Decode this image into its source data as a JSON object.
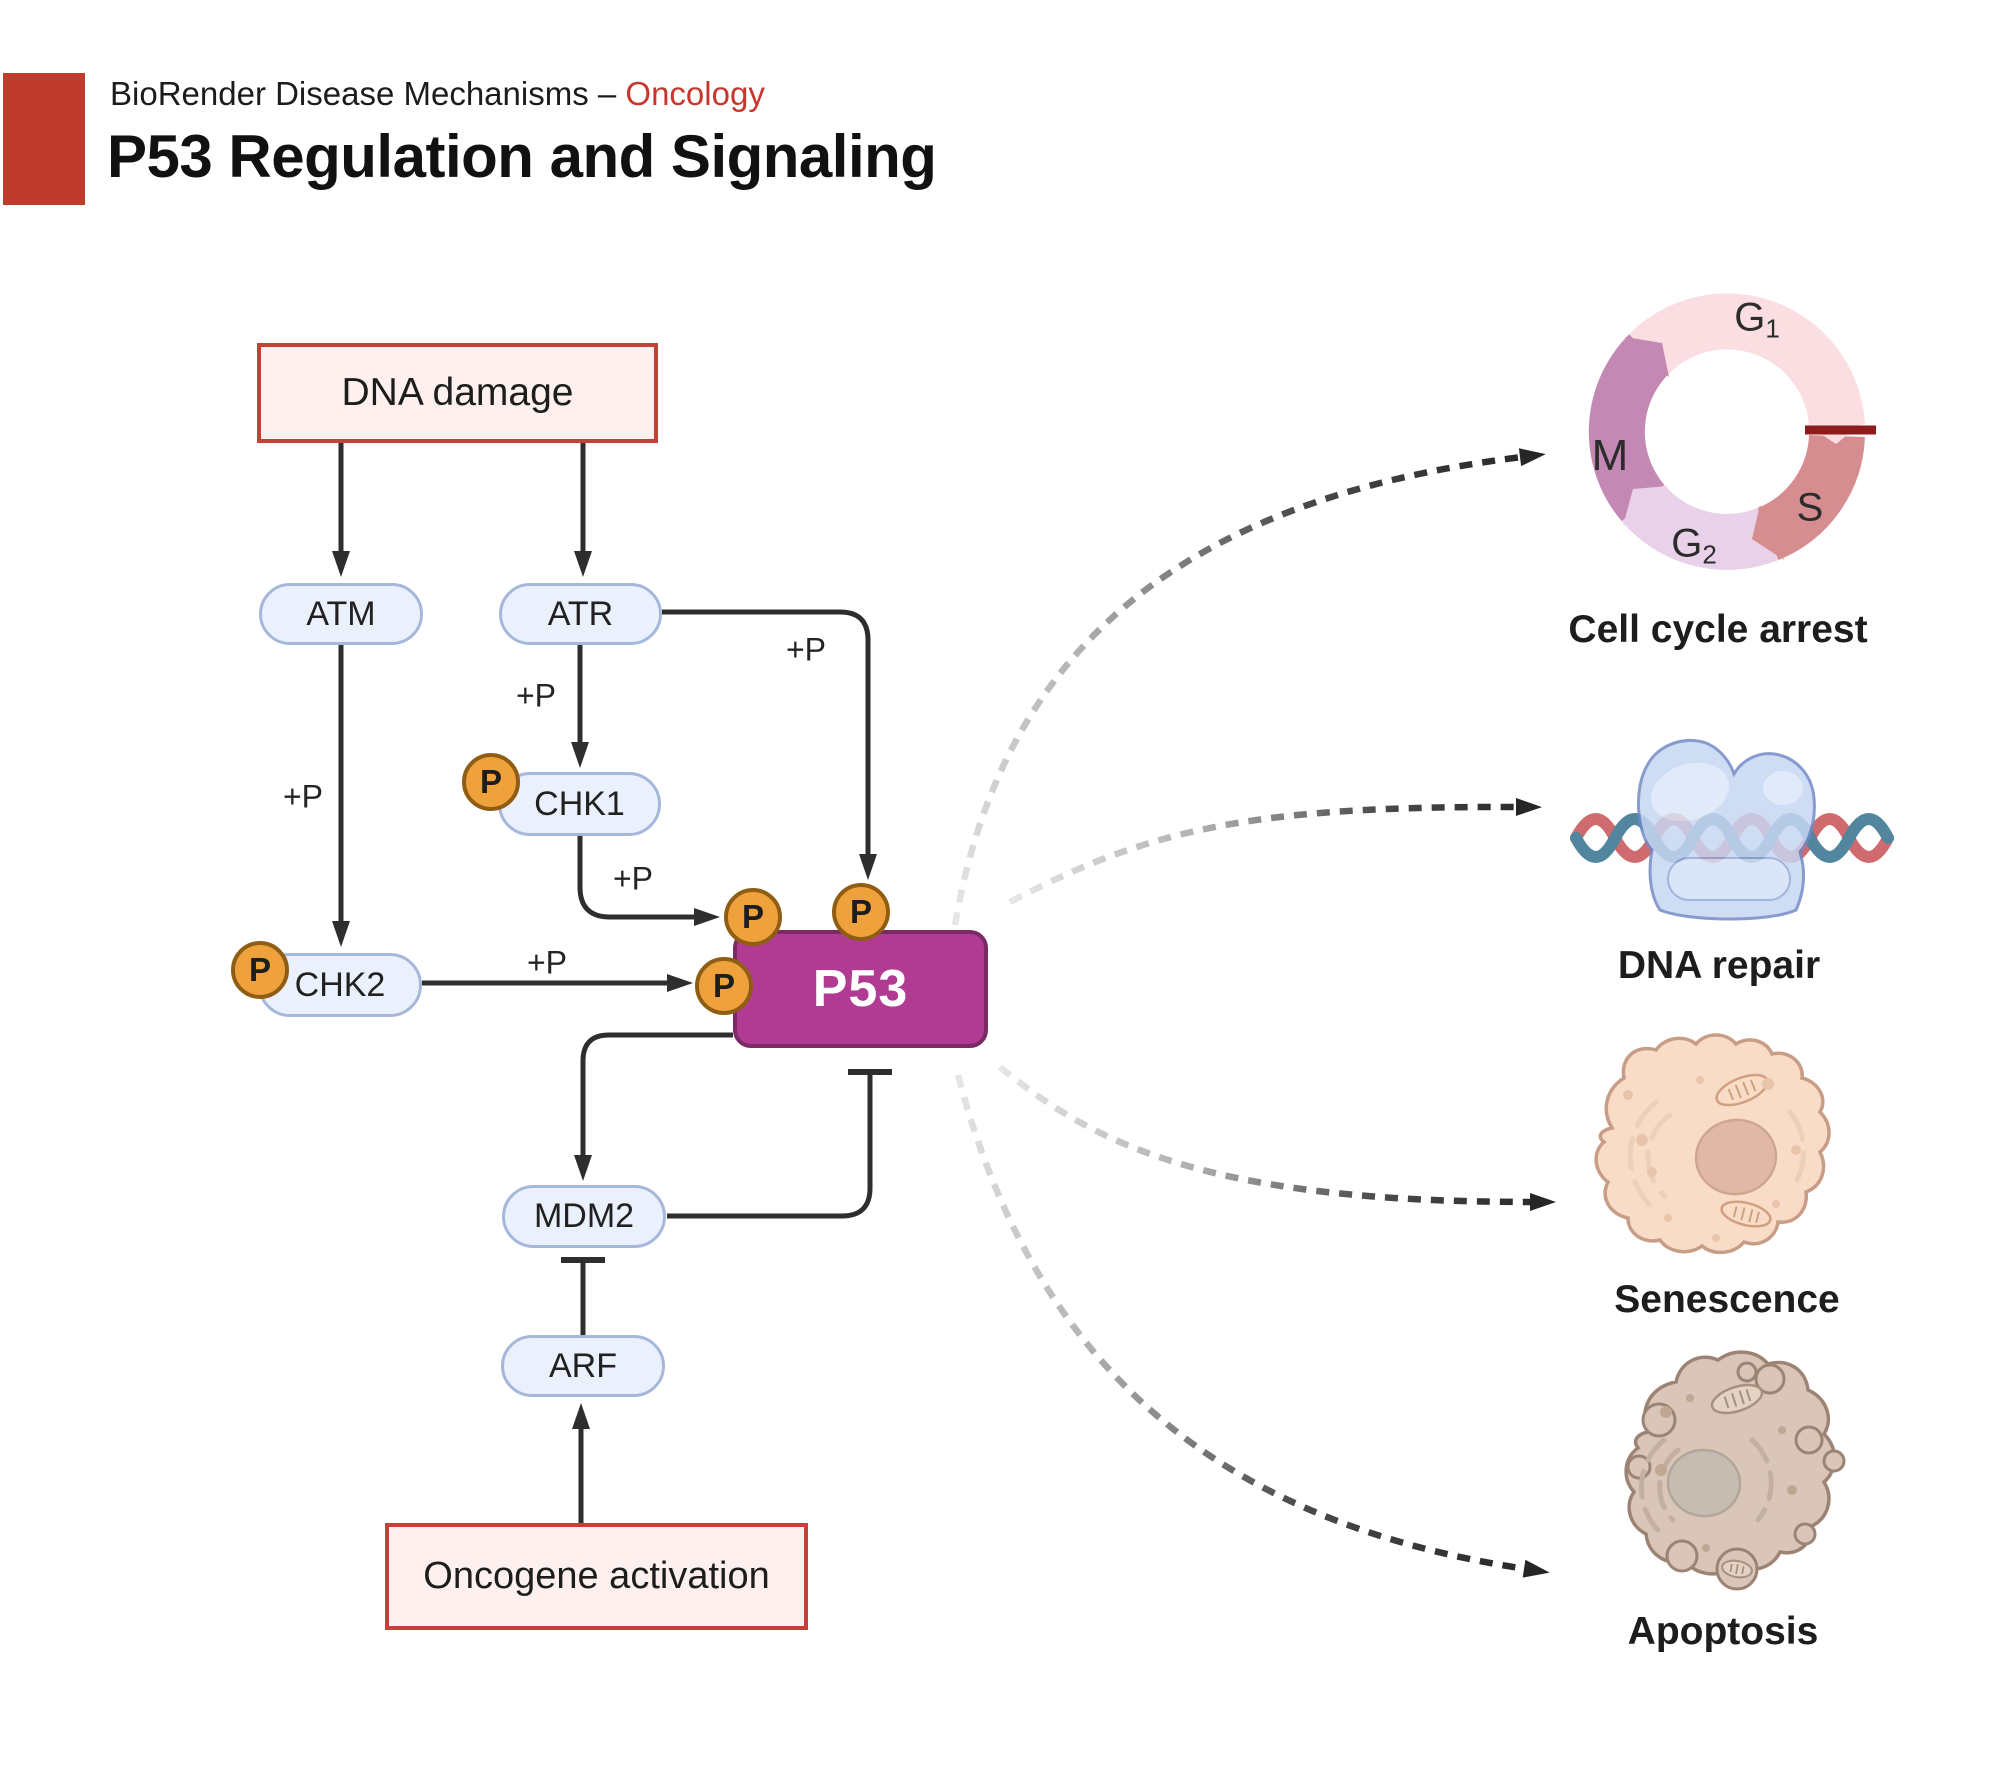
{
  "header": {
    "eyebrow_prefix": "BioRender Disease Mechanisms – ",
    "eyebrow_highlight": "Oncology",
    "title": "P53 Regulation and Signaling"
  },
  "colors": {
    "accent_red": "#c8372d",
    "brand_square": "#bf3b2e",
    "trigger_box_border": "#c6403a",
    "trigger_box_fill": "#fdf0ee",
    "node_fill": "#ebf1fc",
    "node_border": "#a5b7da",
    "p53_fill": "#b13a93",
    "p53_border": "#7c2a66",
    "phospho_fill": "#efa23b",
    "phospho_border": "#8f5e14",
    "arrow": "#2e2e2e",
    "inhibition_bar_red": "#8e1c1c",
    "cycle_g1": "#fbdee1",
    "cycle_s": "#d68d90",
    "cycle_g2": "#e9d2e9",
    "cycle_m": "#c389b4"
  },
  "pathway": {
    "phospho_symbol": "P",
    "phospho_label": "+P",
    "triggers": [
      {
        "label": "DNA damage"
      },
      {
        "label": "Oncogene activation"
      }
    ],
    "nodes": [
      {
        "label": "ATM"
      },
      {
        "label": "ATR"
      },
      {
        "label": "CHK1"
      },
      {
        "label": "CHK2"
      },
      {
        "label": "MDM2"
      },
      {
        "label": "ARF"
      }
    ],
    "hub": {
      "label": "P53"
    }
  },
  "outcomes": [
    {
      "label": "Cell cycle arrest"
    },
    {
      "label": "DNA repair"
    },
    {
      "label": "Senescence"
    },
    {
      "label": "Apoptosis"
    }
  ],
  "cell_cycle_phases": [
    {
      "base": "G",
      "sub": "1"
    },
    {
      "base": "S",
      "sub": ""
    },
    {
      "base": "G",
      "sub": "2"
    },
    {
      "base": "M",
      "sub": ""
    }
  ]
}
